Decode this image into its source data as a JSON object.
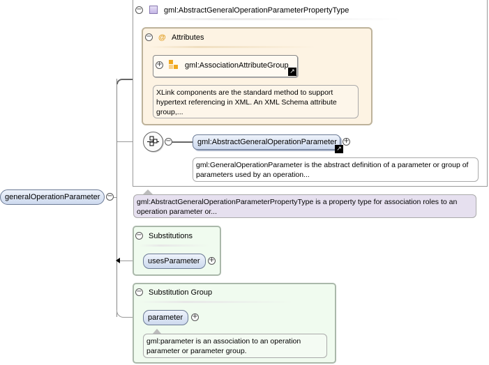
{
  "type_box": {
    "title": "gml:AbstractGeneralOperationParameterPropertyType",
    "collapse_symbol": "−"
  },
  "attributes_box": {
    "title": "Attributes",
    "at_symbol": "@",
    "group_name": "gml:AssociationAttributeGroup",
    "group_doc": "XLink components are the standard method to support hypertext referencing in XML. An XML Schema attribute group,..."
  },
  "sequence": {
    "element_name": "gml:AbstractGeneralOperationParameter",
    "element_doc": "gml:GeneralOperationParameter is the abstract definition of a parameter or group of parameters used by an operation..."
  },
  "type_doc": "gml:AbstractGeneralOperationParameterPropertyType is a property type for association roles to an operation parameter or...",
  "root_element": {
    "name": "generalOperationParameter"
  },
  "substitutions": {
    "title": "Substitutions",
    "item": "usesParameter"
  },
  "substitution_group": {
    "title": "Substitution Group",
    "item": "parameter",
    "item_doc": "gml:parameter is an association to an operation parameter or parameter group."
  },
  "symbols": {
    "plus": "+",
    "minus": "−"
  },
  "colors": {
    "element_fill": "#d6e0f2",
    "attributes_fill": "#fdf3e3",
    "type_doc_fill": "#e6e0ef",
    "substitution_fill": "#f0fbef"
  }
}
